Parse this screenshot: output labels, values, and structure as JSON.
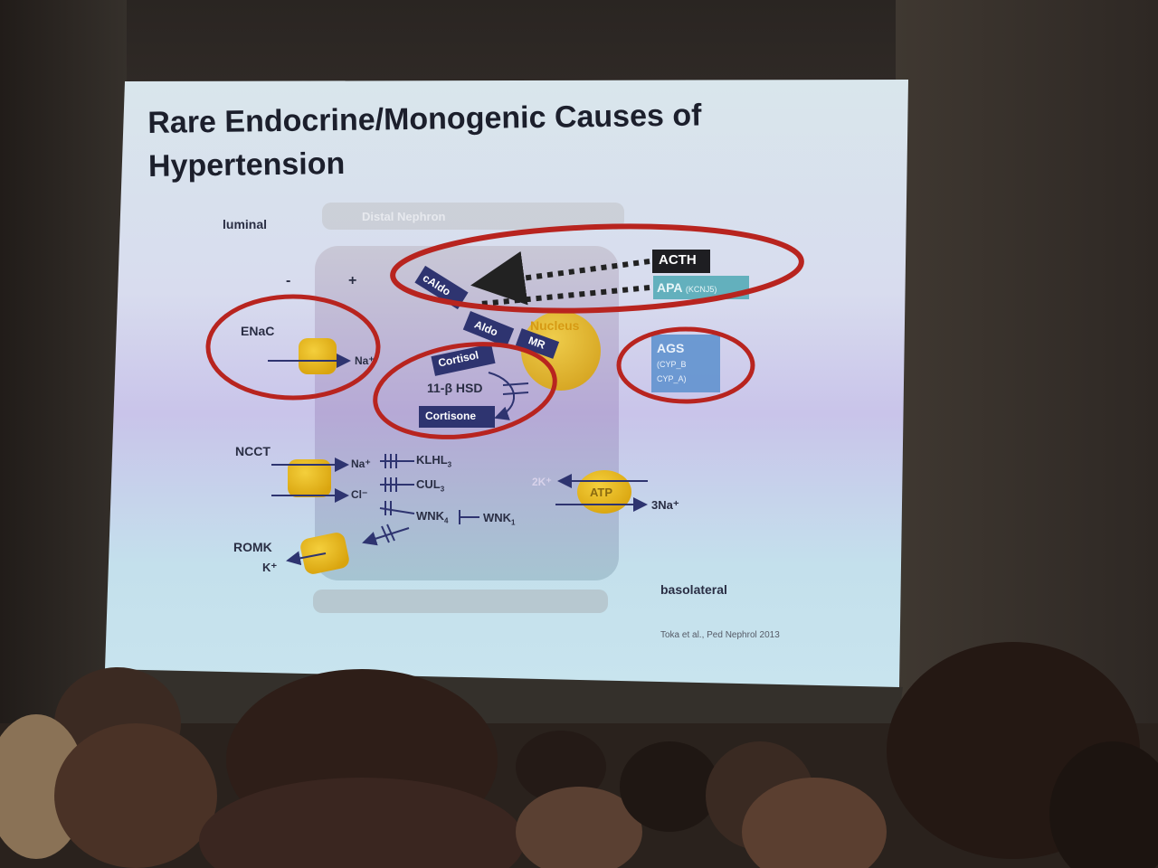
{
  "slide": {
    "title_line1": "Rare Endocrine/Monogenic Causes of",
    "title_line2": "Hypertension",
    "citation": "Toka et al., Ped Nephrol 2013"
  },
  "diagram": {
    "luminal": "luminal",
    "basolateral": "basolateral",
    "distal_nephron": "Distal Nephron",
    "minus": "-",
    "plus": "+",
    "acth": "ACTH",
    "apa": "APA",
    "apa_sub": "(KCNJ5)",
    "caldo": "cAldo",
    "aldo": "Aldo",
    "mr": "MR",
    "nucleus": "Nucleus",
    "ags": "AGS",
    "ags_sub1": "(CYP_B",
    "ags_sub2": "CYP_A)",
    "enac": "ENaC",
    "na_enac": "Na⁺",
    "cortisol": "Cortisol",
    "hsd": "11-β HSD",
    "cortisone": "Cortisone",
    "ncct": "NCCT",
    "na_ncct": "Na⁺",
    "cl_ncct": "Cl⁻",
    "klhl": "KLHL",
    "klhl_sub": "3",
    "cul": "CUL",
    "cul_sub": "3",
    "wnk4": "WNK",
    "wnk4_sub": "4",
    "wnk1": "WNK",
    "wnk1_sub": "1",
    "twok": "2K⁺",
    "atp": "ATP",
    "threena": "3Na⁺",
    "romk": "ROMK",
    "k_romk": "K⁺"
  },
  "colors": {
    "annotation_red": "#b8241f",
    "channel_yellow": "#e6b514",
    "label_navy": "#2e3470"
  }
}
